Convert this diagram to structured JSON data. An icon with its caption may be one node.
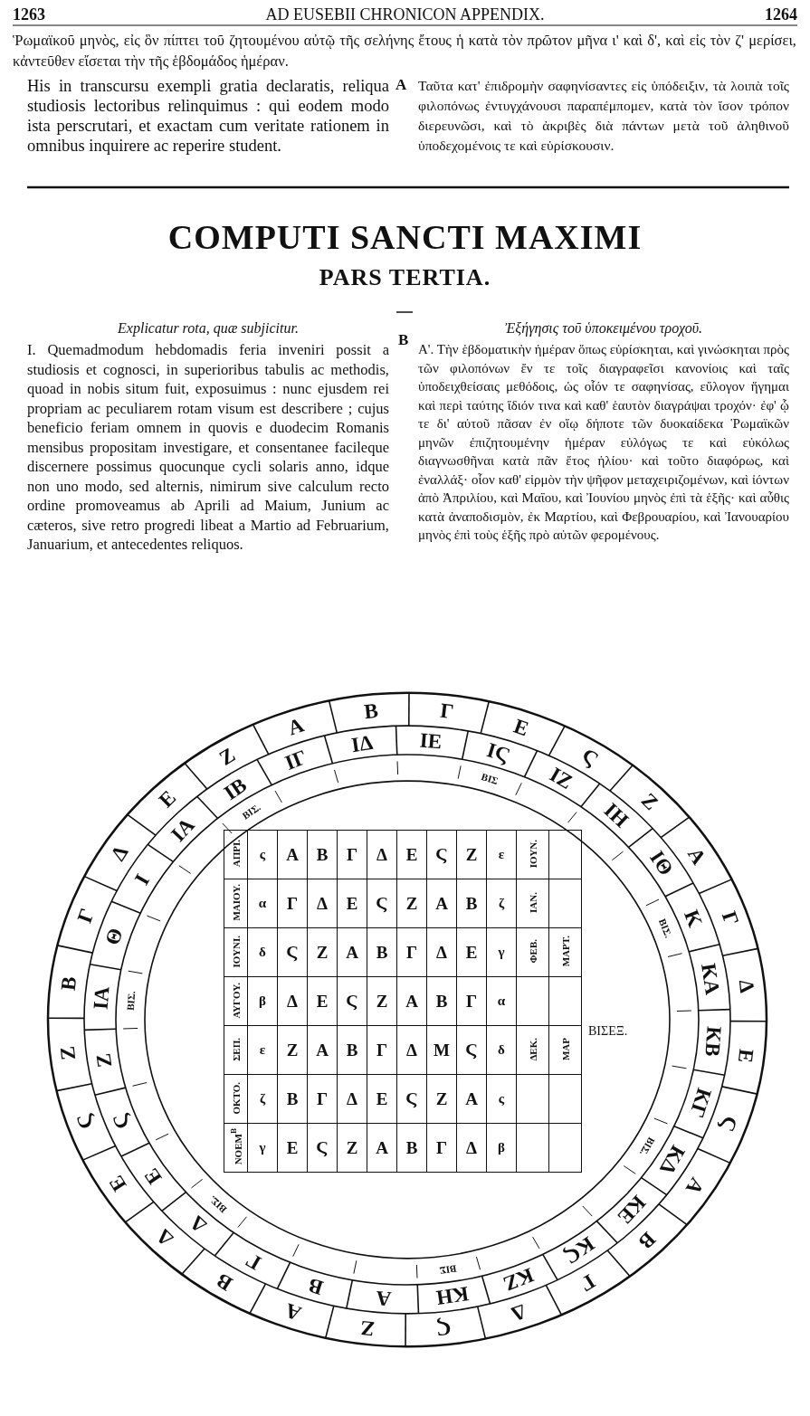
{
  "diagram": {
    "title": "COMPUTI SANCTI MAXIMI",
    "labels": [
      "1263",
      "AD EUSEBII CHRONICON APPENDIX.",
      "1264",
      "Ῥωμαϊκοῦ μηνὸς, εἰς ὃν πίπτει τοῦ ζητουμένου αὐτῷ τῆς σελήνης ἔτους ἡ κατὰ τὸν πρῶτον μῆνα ι' καὶ δ', καὶ εἰς τὸν ζ' μερίσει, κἀντεῦθεν εἴσεται τὴν τῆς ἑβδομάδος ἡμέραν.",
      "His in transcursu exempli gratia declaratis, reliqua studiosis lectoribus relinquimus : qui eodem modo ista perscrutari, et exactam cum veritate rationem in omnibus inquirere ac reperire student.",
      "A",
      "Ταῦτα κατ' ἐπιδρομὴν σαφηνίσαντες εἰς ὑπόδειξιν, τὰ λοιπὰ τοῖς φιλοπόνως ἐντυγχάνουσι παραπέμπομεν, κατὰ τὸν ἴσον τρόπον διερευνῶσι, καὶ τὸ ἀκριβὲς διὰ πάντων μετὰ τοῦ ἀληθινοῦ ὑποδεχομένοις τε καὶ εὑρίσκουσιν.",
      "PARS TERTIA.",
      "Explicatur rota, quæ subjicitur.",
      "Ἐξήγησις τοῦ ὑποκειμένου τροχοῦ.",
      "I. Quemadmodum hebdomadis feria inveniri possit a studiosis et cognosci, in superioribus tabulis ac methodis, quoad in nobis situm fuit, exposuimus : nunc ejusdem rei propriam ac peculiarem rotam visum est describere ; cujus beneficio feriam omnem in quovis e duodecim Romanis mensibus propositam investigare, et consentanee facileque discernere possimus quocunque cycli solaris anno, idque non uno modo, sed alternis, nimirum sive calculum recto ordine promoveamus ab Aprili ad Maium, Junium ac cæteros, sive retro progredi libeat a Martio ad Februarium, Januarium, et antecedentes reliquos.",
      "B",
      "Α'. Τὴν ἑβδοματικὴν ἡμέραν ὅπως εὑρίσκηται, καὶ γινώσκηται πρὸς τῶν φιλοπόνων ἔν τε τοῖς διαγραφεῖσι κανονίοις καὶ ταῖς ὑποδειχθείσαις μεθόδοις, ὡς οἷόν τε σαφηνίσας, εὔλογον ἥγημαι καὶ περὶ ταύτης ἴδιόν τινα καὶ καθ' ἑαυτὸν διαγράψαι τροχόν· ἐφ' ᾧ τε δι' αὐτοῦ πᾶσαν ἐν οἵῳ δήποτε τῶν δυοκαίδεκα Ῥωμαϊκῶν μηνῶν ἐπιζητουμένην ἡμέραν εὐλόγως τε καὶ εὐκόλως διαγνωσθῆναι κατὰ πᾶν ἔτος ἡλίου· καὶ τοῦτο διαφόρως, καὶ ἐναλλάξ· οἷον καθ' εἱρμὸν τὴν ψῆφον μεταχειριζομένων, καὶ ἰόντων ἀπὸ Ἀπριλίου, καὶ Μαΐου, καὶ Ἰουνίου μηνὸς ἐπὶ τὰ ἑξῆς· καὶ αὖθις κατὰ ἀναποδισμὸν, ἐκ Μαρτίου, καὶ Φεβρουαρίου, καὶ Ἰανουαρίου μηνὸς ἐπὶ τοὺς ἑξῆς πρὸ αὐτῶν φερομένους.",
      "Β",
      "Γ",
      "Δ",
      "Ε",
      "Ζ",
      "Α",
      "Β",
      "Γ",
      "Ε",
      "Ϛ",
      "Ζ",
      "Α",
      "Γ",
      "Δ",
      "Ζ",
      "Ϛ",
      "Ε",
      "Δ",
      "Β",
      "Α",
      "Ζ",
      "Ϛ",
      "Δ",
      "Γ",
      "Β",
      "Α",
      "Ϛ",
      "Ε",
      "ΙΑ",
      "Θ",
      "Ι",
      "ΙΑ",
      "ΙΒ",
      "ΙΓ",
      "ΙΔ",
      "ΙΕ",
      "ΙϚ",
      "ΙΖ",
      "ΙΗ",
      "ΙΘ",
      "Κ",
      "ΚΑ",
      "Ζ",
      "Ϛ",
      "Ε",
      "Δ",
      "Γ",
      "Β",
      "Α",
      "ΚΗ",
      "ΚΖ",
      "ΚϚ",
      "ΚΕ",
      "ΚΔ",
      "ΚΓ",
      "ΚΒ",
      "ΒΙΣ.",
      "ΒΙΣ.",
      "ΒΙΣ",
      "ΒΙΣ.",
      "ΒΙΣ.",
      "ΒΙΣ",
      "ΒΙΣ.",
      "ΑΠΡΙ.",
      "ς",
      "Α",
      "Β",
      "Γ",
      "Δ",
      "Ε",
      "Ϛ",
      "Ζ",
      "ε",
      "ΙΟΥΝ.",
      "ΜΑΙΟΥ.",
      "α",
      "Γ",
      "Δ",
      "Ε",
      "Ϛ",
      "Ζ",
      "Α",
      "Β",
      "ζ",
      "ΙΑΝ.",
      "ΙΟΥΝΙ.",
      "δ",
      "Ϛ",
      "Ζ",
      "Α",
      "Β",
      "Γ",
      "Δ",
      "Ε",
      "γ",
      "ΦΕΒ.",
      "ΜΑΡΤ.",
      "ΑΥΓΟΥ.",
      "β",
      "Δ",
      "Ε",
      "Ϛ",
      "Ζ",
      "Α",
      "Β",
      "Γ",
      "α",
      "ΣΕΠ.",
      "ε",
      "Ζ",
      "Α",
      "Β",
      "Γ",
      "Δ",
      "Μ",
      "Ϛ",
      "δ",
      "ΔΕΚ.",
      "ΜΑΡ",
      "ΟΚΤΟ.",
      "ζ",
      "Β",
      "Γ",
      "Δ",
      "Ε",
      "Ϛ",
      "Ζ",
      "Α",
      "ς",
      "ΝΟΕΜ$^{Β}$",
      "γ",
      "Ε",
      "Ϛ",
      "Ζ",
      "Α",
      "Β",
      "Γ",
      "Δ",
      "β",
      "ΒΙΣΕΞ."
    ]
  }
}
